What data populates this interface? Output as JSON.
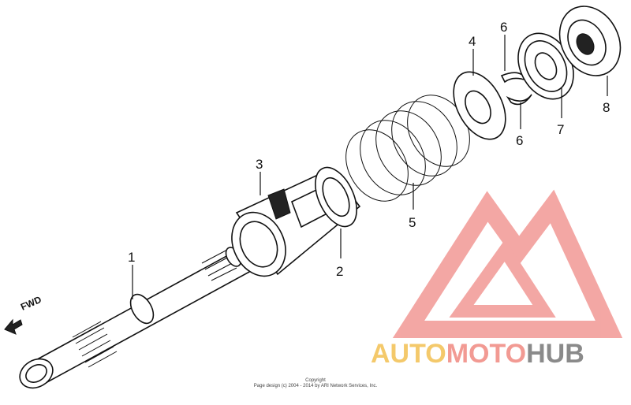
{
  "callouts": {
    "c1": "1",
    "c2": "2",
    "c3": "3",
    "c4": "4",
    "c5": "5",
    "c6a": "6",
    "c6b": "6",
    "c7": "7",
    "c8": "8"
  },
  "fwd_label": "FWD",
  "watermark": {
    "part1": "AUTO",
    "part2": "MOTO",
    "part3": "HUB",
    "color1": "#f4c96b",
    "color2": "#f29a93",
    "color3": "#8a8a8a"
  },
  "copyright": {
    "line1": "Copyright",
    "line2": "Page design (c) 2004 - 2014 by ARI Network Services, Inc."
  }
}
